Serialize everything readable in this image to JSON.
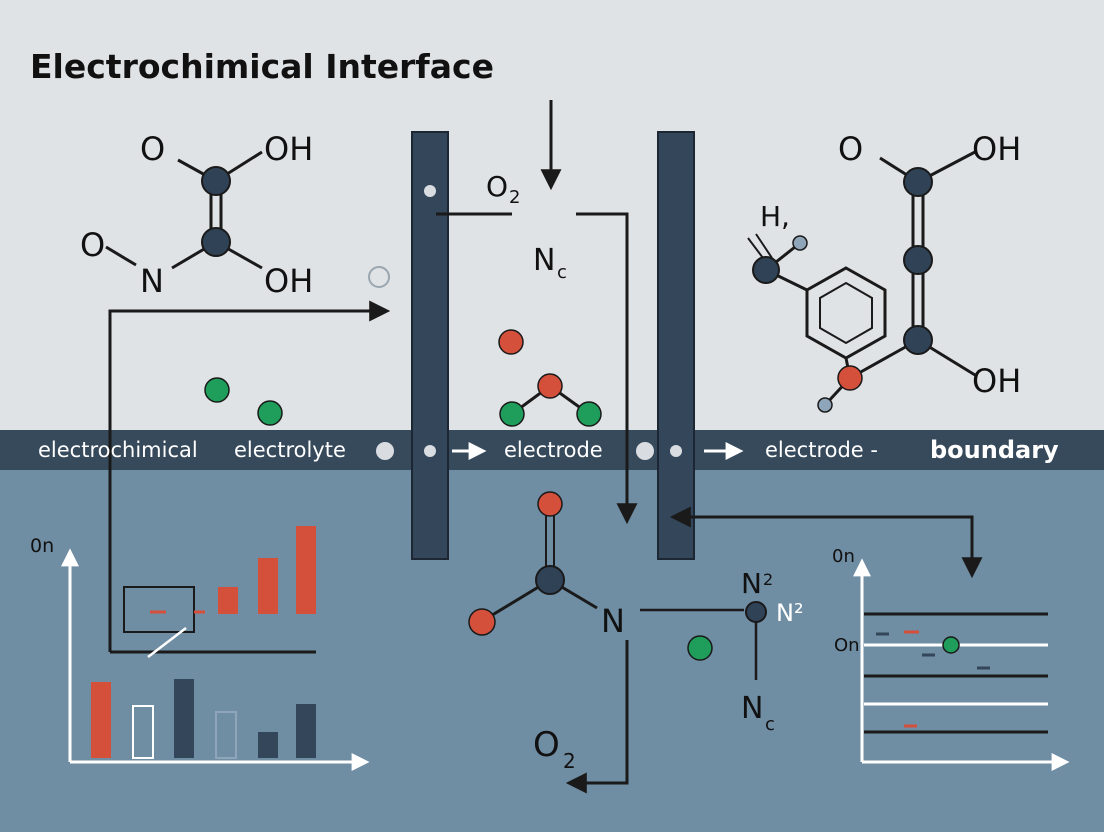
{
  "title": "Electrochimical Interface",
  "colors": {
    "top_bg": "#e0e3e6",
    "bottom_bg": "#6f8da3",
    "band_bg": "#374a5c",
    "electrode": "#34475a",
    "node_dark": "#2f4256",
    "red": "#d4503b",
    "green": "#1e9e5a",
    "line": "#1a1a1a",
    "white": "#ffffff"
  },
  "band": {
    "label_1": "electrochimical",
    "label_2": "electrolyte",
    "label_3": "electrode",
    "label_4": "electrode -",
    "label_5": "boundary"
  },
  "molecule_left": {
    "o_top": "O",
    "oh_top": "OH",
    "o_left": "O",
    "n_label": "N",
    "oh_bottom": "OH"
  },
  "molecule_right": {
    "o_top": "O",
    "oh_top": "OH",
    "h_label": "H,",
    "oh_bottom": "OH"
  },
  "center_labels": {
    "o2_top": "O",
    "o2_top_sub": "2",
    "nc_top": "N",
    "nc_top_sub": "c",
    "n_center": "N",
    "n2_a": "N",
    "n2_a_sub": "2",
    "n2_b": "N²",
    "nc_bottom": "N",
    "nc_bottom_sub": "c",
    "o2_bottom": "O",
    "o2_bottom_sub": "2"
  },
  "left_chart": {
    "axis_label": "0n"
  },
  "right_chart": {
    "axis_label_top": "0n",
    "axis_label_mid": "On"
  }
}
